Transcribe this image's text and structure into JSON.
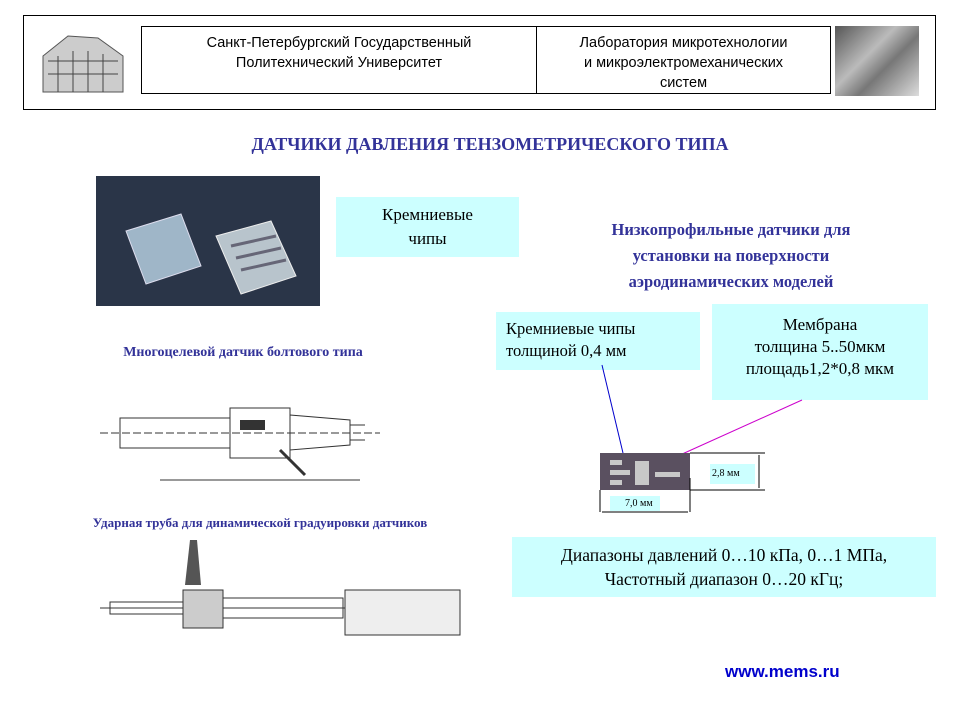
{
  "header": {
    "university_line1": "Санкт-Петербургский Государственный",
    "university_line2": "Политехнический Университет",
    "lab_line1": "Лаборатория микротехнологии",
    "lab_line2": "и микроэлектромеханических",
    "lab_line3": "систем"
  },
  "title": "ДАТЧИКИ ДАВЛЕНИЯ ТЕНЗОМЕТРИЧЕСКОГО ТИПА",
  "chips_box": {
    "line1": "Кремниевые",
    "line2": "чипы"
  },
  "low_profile": {
    "line1": "Низкопрофильные датчики для",
    "line2": "установки на поверхности",
    "line3": "аэродинамических моделей"
  },
  "thickness_box": {
    "line1": "Кремниевые чипы",
    "line2": "толщиной  0,4 мм"
  },
  "membrane_box": {
    "line1": "Мембрана",
    "line2": "толщина 5..50мкм",
    "line3": "площадь1,2*0,8 мкм"
  },
  "sensor_dims": {
    "height": "2,8 мм",
    "width": "7,0 мм"
  },
  "bolt_caption": "Многоцелевой датчик болтового типа",
  "shock_caption": "Ударная труба для динамической градуировки датчиков",
  "range_box": {
    "line1": "Диапазоны давлений  0…10 кПа, 0…1 МПа,",
    "line2": "Частотный диапазон 0…20 кГц;"
  },
  "website": "www.mems.ru",
  "colors": {
    "accent": "#333399",
    "box": "#ccffff",
    "link": "#0000cc"
  }
}
